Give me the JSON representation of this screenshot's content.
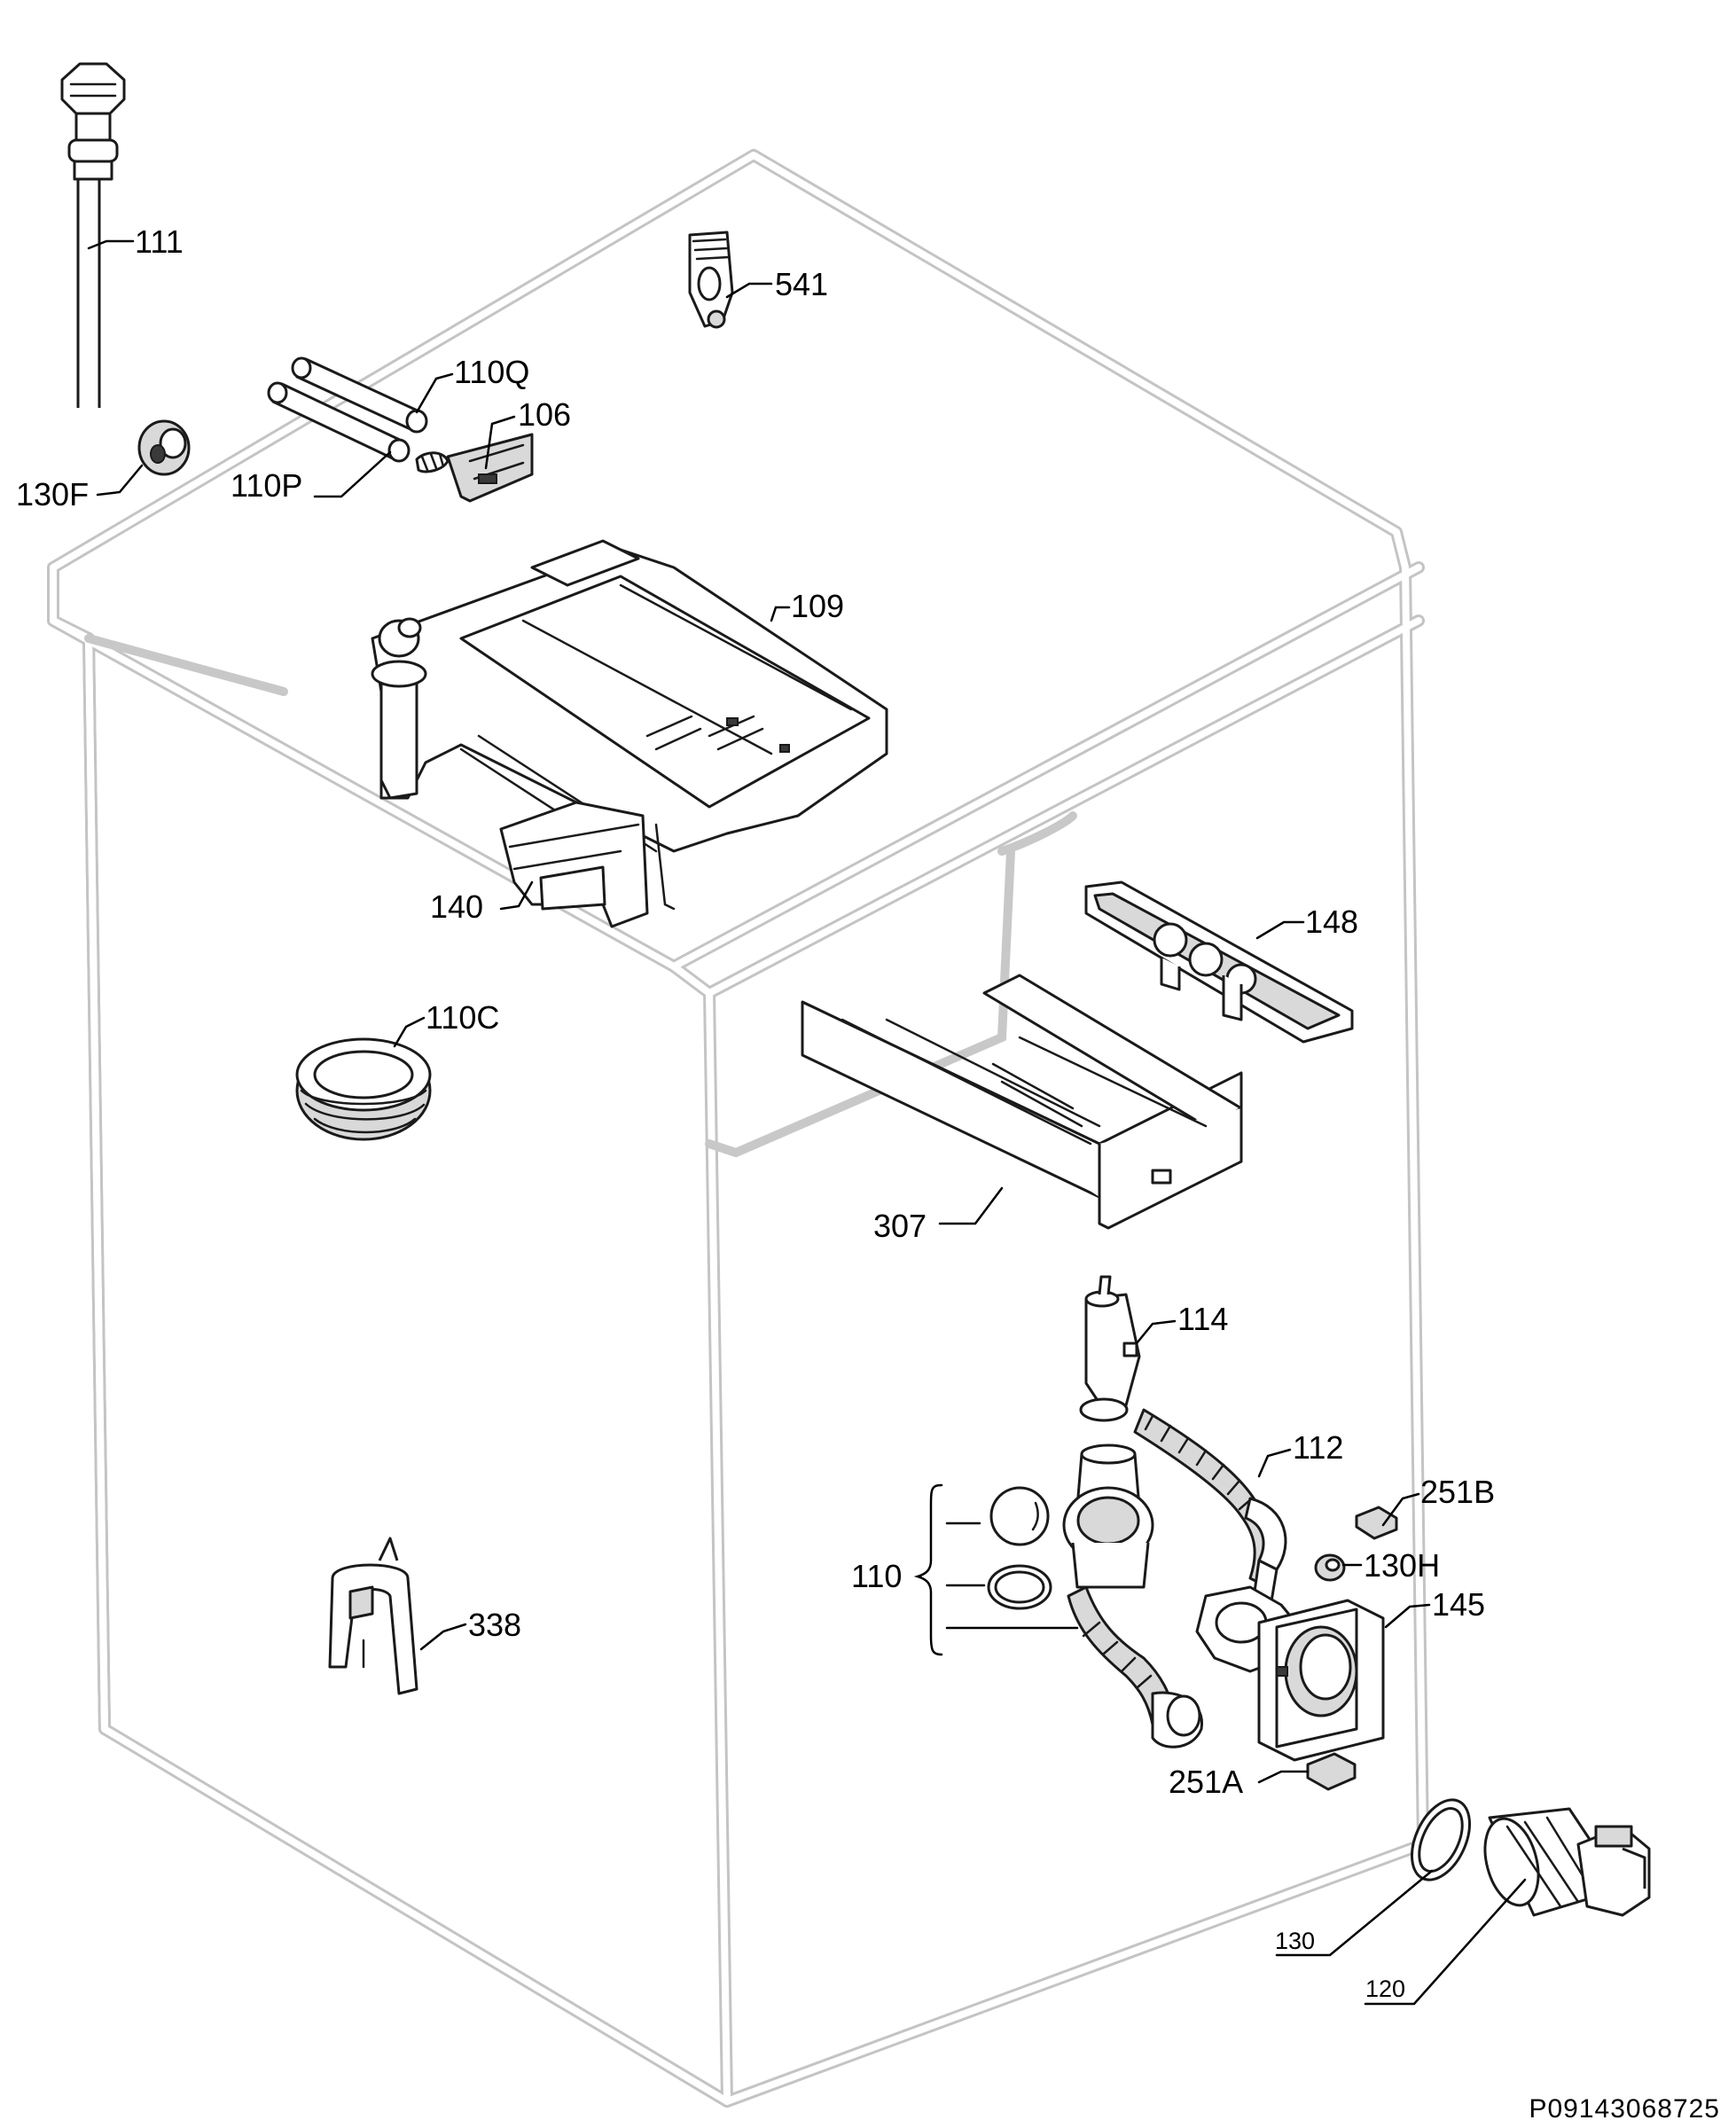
{
  "callouts": [
    {
      "id": "111",
      "text": "111"
    },
    {
      "id": "541",
      "text": "541"
    },
    {
      "id": "110Q",
      "text": "110Q"
    },
    {
      "id": "106",
      "text": "106"
    },
    {
      "id": "130F",
      "text": "130F"
    },
    {
      "id": "110P",
      "text": "110P"
    },
    {
      "id": "109",
      "text": "109"
    },
    {
      "id": "140",
      "text": "140"
    },
    {
      "id": "148",
      "text": "148"
    },
    {
      "id": "110C",
      "text": "110C"
    },
    {
      "id": "307",
      "text": "307"
    },
    {
      "id": "114",
      "text": "114"
    },
    {
      "id": "112",
      "text": "112"
    },
    {
      "id": "251B",
      "text": "251B"
    },
    {
      "id": "110",
      "text": "110"
    },
    {
      "id": "130H",
      "text": "130H"
    },
    {
      "id": "145",
      "text": "145"
    },
    {
      "id": "338",
      "text": "338"
    },
    {
      "id": "251A",
      "text": "251A"
    },
    {
      "id": "130",
      "text": "130"
    },
    {
      "id": "120",
      "text": "120"
    }
  ],
  "document_id": "P09143068725"
}
